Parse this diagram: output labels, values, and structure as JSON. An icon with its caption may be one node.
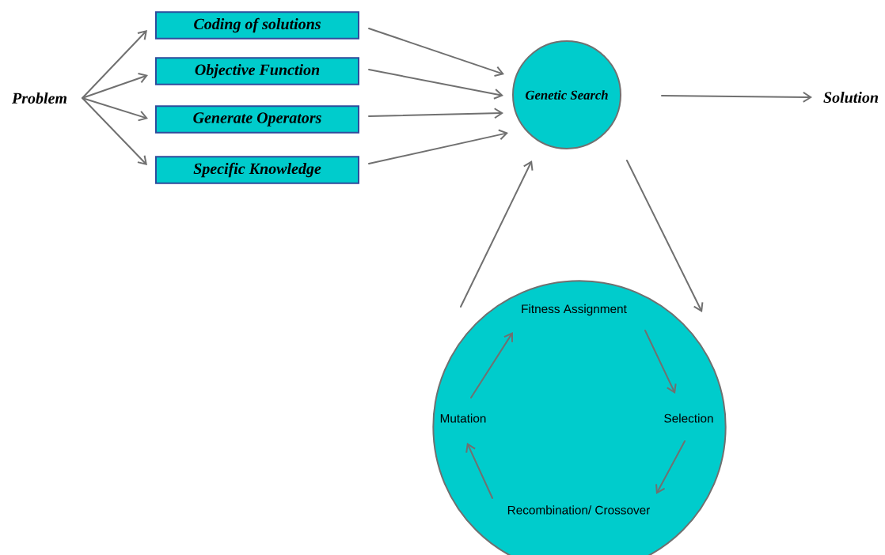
{
  "diagram": {
    "nodes": [
      {
        "text": [
          "Problem"
        ]
      },
      {
        "text": [
          "Coding of solutions"
        ]
      },
      {
        "text": [
          "Objective Function"
        ]
      },
      {
        "text": [
          "Generate Operators"
        ]
      },
      {
        "text": [
          "Specific Knowledge"
        ]
      },
      {
        "text": [
          "Genetic Search"
        ]
      },
      {
        "text": [
          "Solution"
        ]
      },
      {
        "text": [],
        "shape": "circle"
      },
      {
        "text": [
          "Fitness Assignment"
        ],
        "in": 7
      },
      {
        "text": [
          "Selection"
        ],
        "in": 7
      },
      {
        "text": [
          "Recombination/ Crossover"
        ],
        "in": 7
      },
      {
        "text": [
          "Mutation"
        ],
        "in": 7
      }
    ],
    "edges": [
      {
        "from": 0,
        "to": 1,
        "arrow": "to"
      },
      {
        "from": 0,
        "to": 2,
        "arrow": "to"
      },
      {
        "from": 0,
        "to": 3,
        "arrow": "to"
      },
      {
        "from": 0,
        "to": 4,
        "arrow": "to"
      },
      {
        "from": 1,
        "to": 5,
        "arrow": "to"
      },
      {
        "from": 2,
        "to": 5,
        "arrow": "to"
      },
      {
        "from": 3,
        "to": 5,
        "arrow": "to"
      },
      {
        "from": 4,
        "to": 5,
        "arrow": "to"
      },
      {
        "from": 5,
        "to": 6,
        "arrow": "to"
      },
      {
        "from": 5,
        "to": 7,
        "arrow": "to"
      },
      {
        "from": 7,
        "to": 5,
        "arrow": "to"
      },
      {
        "from": 8,
        "to": 9,
        "arrow": "to"
      },
      {
        "from": 9,
        "to": 10,
        "arrow": "to"
      },
      {
        "from": 10,
        "to": 11,
        "arrow": "to"
      },
      {
        "from": 11,
        "to": 8,
        "arrow": "to"
      }
    ]
  }
}
